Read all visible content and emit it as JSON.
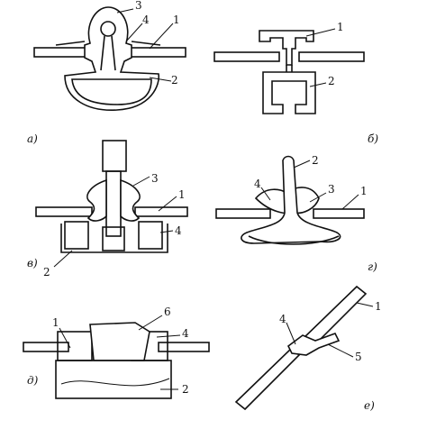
{
  "panels": {
    "a": {
      "caption": "а)",
      "labels": [
        "3",
        "4",
        "1",
        "2"
      ]
    },
    "b": {
      "caption": "б)",
      "labels": [
        "1",
        "2"
      ]
    },
    "v": {
      "caption": "в)",
      "labels": [
        "3",
        "1",
        "4",
        "2"
      ]
    },
    "g": {
      "caption": "г)",
      "labels": [
        "2",
        "4",
        "3",
        "1"
      ]
    },
    "d": {
      "caption": "д)",
      "labels": [
        "1",
        "6",
        "4",
        "2"
      ]
    },
    "e": {
      "caption": "е)",
      "labels": [
        "4",
        "1",
        "5"
      ]
    }
  }
}
